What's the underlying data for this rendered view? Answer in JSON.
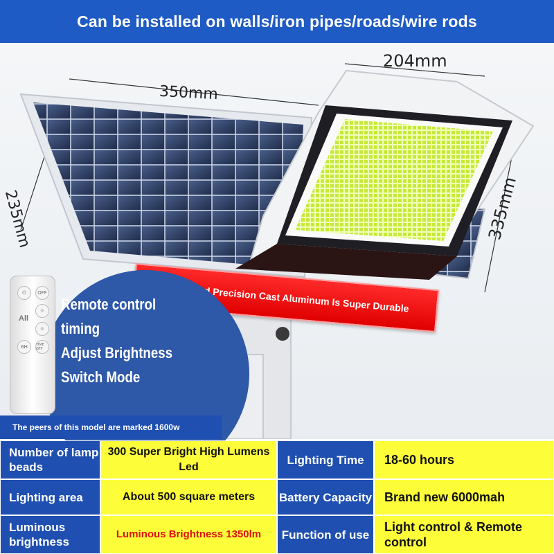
{
  "header": {
    "title": "Can be installed on walls/iron pipes/roads/wire rods"
  },
  "dimensions": {
    "lamp_width": "204mm",
    "panel_width": "350mm",
    "panel_height": "235mm",
    "lamp_height": "335mm"
  },
  "aluminum_banner": {
    "text": "Thickened Precision Cast Aluminum Is Super Durable"
  },
  "remote": {
    "buttons": [
      "OFF",
      "6H",
      "TIME OFF"
    ],
    "all_label": "All"
  },
  "features": {
    "items": [
      "Remote control",
      "timing",
      "Adjust Brightness",
      "Switch Mode"
    ]
  },
  "peers_note": {
    "text": "The peers of this model are marked 1600w"
  },
  "specs": {
    "row1": {
      "label_a": "Number of lamp beads",
      "value_a": "300 Super Bright High Lumens  Led",
      "label_b": "Lighting Time",
      "value_b": "18-60 hours"
    },
    "row2": {
      "label_a": "Lighting area",
      "value_a": "About 500 square meters",
      "label_b": "Battery Capacity",
      "value_b": "Brand new 6000mah"
    },
    "row3": {
      "label_a": "Luminous brightness",
      "value_a": "Luminous Brightness 1350lm",
      "label_b": "Function of use",
      "value_b": "Light control  & Remote control"
    }
  },
  "colors": {
    "banner_blue": "#1f5bc4",
    "table_label_blue": "#1f4fb0",
    "table_value_yellow": "#fdfd3a",
    "strip_red": "#e00000",
    "brightness_red": "#e01010"
  }
}
